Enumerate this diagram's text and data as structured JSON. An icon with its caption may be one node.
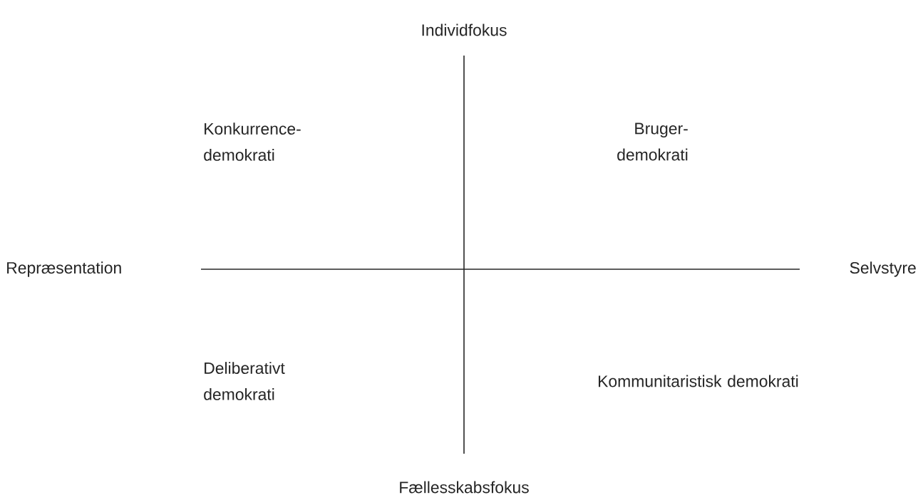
{
  "diagram": {
    "labels": [
      "Individfokus",
      "Konkurrence- demokrati",
      "Bruger- demokrati",
      "Repræsentation",
      "Selvstyre",
      "Deliberativt demokrati",
      "Kommunitaristisk demokrati",
      "Fællesskabsfokus"
    ]
  }
}
